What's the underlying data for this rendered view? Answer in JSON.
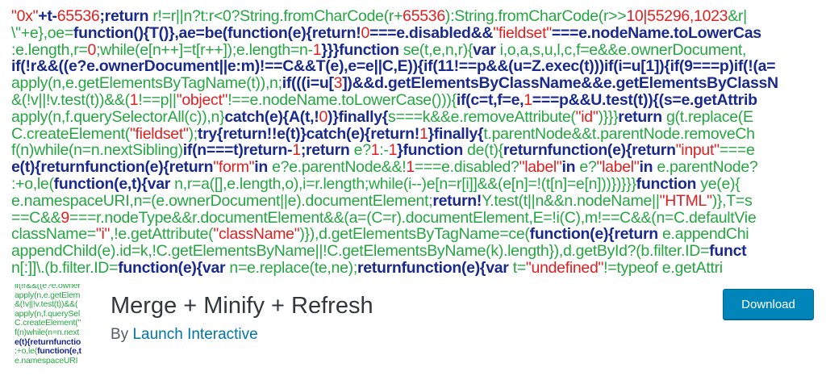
{
  "banner": {
    "lines": [
      [
        [
          "r",
          "\"0x\""
        ],
        [
          "b",
          "+t-"
        ],
        [
          "r",
          "65536"
        ],
        [
          "b",
          ";return "
        ],
        [
          "g",
          "r!=r||n?t:r<0?String.fromCharCode(r+"
        ],
        [
          "r",
          "65536"
        ],
        [
          "g",
          "):String.fromCharCode(r>>"
        ],
        [
          "r",
          "10|55296,1023"
        ],
        [
          "g",
          "&r|"
        ]
      ],
      [
        [
          "g",
          "\\\"+e},oe="
        ],
        [
          "b",
          "function(){T()},ae=be(function(e){return!"
        ],
        [
          "r",
          "0"
        ],
        [
          "b",
          "===e.disabled&&"
        ],
        [
          "r",
          "\"fieldset\""
        ],
        [
          "b",
          "===e.nodeName.toLowerCas"
        ]
      ],
      [
        [
          "g",
          ":e.length,r="
        ],
        [
          "r",
          "0"
        ],
        [
          "g",
          ";while(e[n++]=t[r++]);e.length=n-"
        ],
        [
          "r",
          "1"
        ],
        [
          "b",
          "}}}function "
        ],
        [
          "g",
          "se(t,e,n,r){"
        ],
        [
          "b",
          "var "
        ],
        [
          "g",
          "i,o,a,s,u,l,c,f=e&&e.ownerDocument,"
        ]
      ],
      [
        [
          "b",
          "if(!r&&((e?e.ownerDocument||e:m)!==C&&T(e),e=e||C,E)){if(11!==p&&(u=Z.exec(t)))if(i=u[1]){if(9===p)if(!(a="
        ]
      ],
      [
        [
          "g",
          "apply(n,e.getElementsByTagName(t)),n;"
        ],
        [
          "b",
          "if(((i=u["
        ],
        [
          "r",
          "3"
        ],
        [
          "b",
          "])&&d.getElementsByClassName&&e.getElementsByClassN"
        ]
      ],
      [
        [
          "g",
          "&(!v||!v.test(t))&&("
        ],
        [
          "r",
          "1"
        ],
        [
          "g",
          "!==p||"
        ],
        [
          "r",
          "\"object\""
        ],
        [
          "g",
          "!==e.nodeName.toLowerCase())){"
        ],
        [
          "b",
          "if(c=t,f=e,"
        ],
        [
          "r",
          "1"
        ],
        [
          "b",
          "===p&&U.test(t)){(s=e.getAttrib"
        ]
      ],
      [
        [
          "g",
          "apply(n,f.querySelectorAll(c)),n}"
        ],
        [
          "b",
          "catch(e){A(t,!"
        ],
        [
          "r",
          "0"
        ],
        [
          "b",
          ")}finally{"
        ],
        [
          "g",
          "s===k&&e.removeAttribute("
        ],
        [
          "r",
          "\"id\""
        ],
        [
          "g",
          ")}}}"
        ],
        [
          "b",
          "return "
        ],
        [
          "g",
          "g(t.replace(E"
        ]
      ],
      [
        [
          "g",
          "C.createElement("
        ],
        [
          "r",
          "\"fieldset\""
        ],
        [
          "g",
          ");"
        ],
        [
          "b",
          "try{return!!e(t)}catch(e){return!"
        ],
        [
          "r",
          "1"
        ],
        [
          "b",
          "}finally{"
        ],
        [
          "g",
          "t.parentNode&&t.parentNode.removeCh"
        ]
      ],
      [
        [
          "g",
          "f(n)while(n=n.nextSibling)"
        ],
        [
          "b",
          "if(n===t)return-"
        ],
        [
          "r",
          "1"
        ],
        [
          "b",
          ";return "
        ],
        [
          "g",
          "e?"
        ],
        [
          "r",
          "1"
        ],
        [
          "g",
          ":-"
        ],
        [
          "r",
          "1"
        ],
        [
          "b",
          "}function "
        ],
        [
          "g",
          "de(t){"
        ],
        [
          "b",
          "returnfunction(e){return"
        ],
        [
          "r",
          "\"input\""
        ],
        [
          "g",
          "===e"
        ]
      ],
      [
        [
          "b",
          "e(t){returnfunction(e){return"
        ],
        [
          "r",
          "\"form\""
        ],
        [
          "b",
          "in "
        ],
        [
          "g",
          "e?e.parentNode&&!"
        ],
        [
          "r",
          "1"
        ],
        [
          "g",
          "===e.disabled?"
        ],
        [
          "r",
          "\"label\""
        ],
        [
          "b",
          "in "
        ],
        [
          "g",
          "e?"
        ],
        [
          "r",
          "\"label\""
        ],
        [
          "b",
          "in "
        ],
        [
          "g",
          "e.parentNode?"
        ]
      ],
      [
        [
          "g",
          ":+o,le("
        ],
        [
          "b",
          "function(e,t){var "
        ],
        [
          "g",
          "n,r=a([],e.length,o),i=r.length;while(i--)e[n=r[i]]&&(e[n]=!(t[n]=e[n]))})}}}"
        ],
        [
          "b",
          "function "
        ],
        [
          "g",
          "ye(e){"
        ]
      ],
      [
        [
          "g",
          "e.namespaceURI,n=(e.ownerDocument||e).documentElement;"
        ],
        [
          "b",
          "return!"
        ],
        [
          "g",
          "Y.test(t||n&&n.nodeName||"
        ],
        [
          "r",
          "\"HTML\""
        ],
        [
          "g",
          ")},T=s"
        ]
      ],
      [
        [
          "g",
          "==C&&"
        ],
        [
          "r",
          "9"
        ],
        [
          "g",
          "===r.nodeType&&r.documentElement&&(a=(C=r).documentElement,E=!i(C),m!==C&&(n=C.defaultVie"
        ]
      ],
      [
        [
          "g",
          "className="
        ],
        [
          "r",
          "\"i\""
        ],
        [
          "g",
          ",!e.getAttribute("
        ],
        [
          "r",
          "\"className\""
        ],
        [
          "g",
          ")}),d.getElementsByTagName=ce("
        ],
        [
          "b",
          "function(e){return "
        ],
        [
          "g",
          "e.appendChi"
        ]
      ],
      [
        [
          "g",
          "appendChild(e).id=k,!C.getElementsByName||!C.getElementsByName(k).length}),d.getById?(b.filter.ID="
        ],
        [
          "b",
          "funct"
        ]
      ],
      [
        [
          "g",
          "n[:]]\\.(b.filter.ID="
        ],
        [
          "b",
          "function(e){var "
        ],
        [
          "g",
          "n=e.replace(te,ne);"
        ],
        [
          "b",
          "returnfunction(e){var "
        ],
        [
          "g",
          "t="
        ],
        [
          "r",
          "\"undefined\""
        ],
        [
          "g",
          "!=typeof e.getAttri"
        ]
      ]
    ]
  },
  "icon": {
    "lines": [
      [
        [
          "g",
          "if(!r&&((e?e.owner"
        ]
      ],
      [
        [
          "g",
          "apply(n,e.getElem"
        ]
      ],
      [
        [
          "g",
          "&(!v||!v.test(t))&&("
        ]
      ],
      [
        [
          "g",
          "apply(n,f.querySel"
        ]
      ],
      [
        [
          "g",
          "C.createElement(\""
        ]
      ],
      [
        [
          "g",
          "f(n)while(n=n.next"
        ]
      ],
      [
        [
          "b",
          "e(t){returnfunctio"
        ]
      ],
      [
        [
          "g",
          ":+o,le("
        ],
        [
          "b",
          "function(e,t"
        ]
      ],
      [
        [
          "g",
          "e.namespaceURI"
        ]
      ]
    ]
  },
  "plugin": {
    "title": "Merge + Minify + Refresh",
    "author_prefix": "By ",
    "author_name": "Launch Interactive",
    "download_label": "Download"
  },
  "colors": {
    "keyword_blue": "#1a2a8c",
    "code_green": "#26a642",
    "literal_red": "#e02020",
    "button_blue": "#0085ba",
    "link_blue": "#0073aa"
  }
}
